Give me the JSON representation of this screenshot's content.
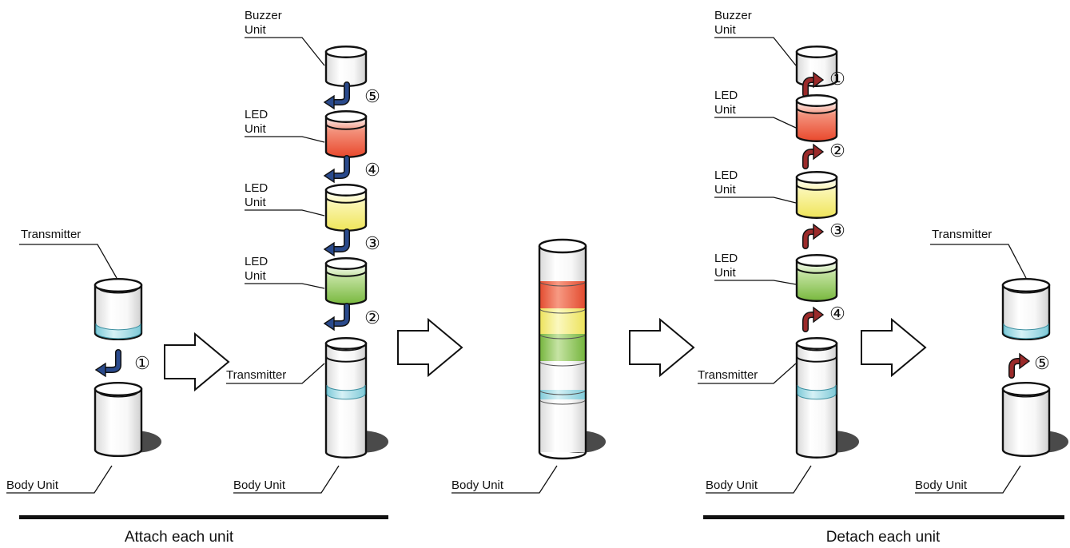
{
  "labels": {
    "transmitter": "Transmitter",
    "body_unit": "Body Unit",
    "led_unit_line1": "LED",
    "buzzer_unit_line1": "Buzzer",
    "unit_line2": "Unit"
  },
  "steps": [
    "①",
    "②",
    "③",
    "④",
    "⑤"
  ],
  "captions": {
    "attach": "Attach each unit",
    "detach": "Detach each unit"
  },
  "colors": {
    "attach_arrow": "#2a4a8c",
    "detach_arrow": "#9b2a2a",
    "led_red": "#ec5a3c",
    "led_yellow": "#f2ea6a",
    "led_green": "#86c24c",
    "transmitter_band": "#a6dce6",
    "body_white": "#ffffff",
    "shadow": "#4a4a4a"
  }
}
